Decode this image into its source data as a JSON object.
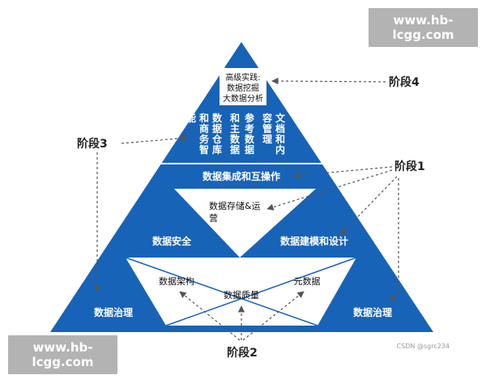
{
  "watermark": "www.hb-lcgg.com",
  "credit": "CSDN @sgrc234",
  "colors": {
    "primary_blue": "#1763b8",
    "arrow": "#555555",
    "divider": "#ffffff"
  },
  "pyramid": {
    "apex": {
      "line1": "高级实践:",
      "line2": "数据挖掘",
      "line3": "大数据分析"
    },
    "columns": [
      {
        "text": "能"
      },
      {
        "text": "和商务智"
      },
      {
        "text": "数据仓库"
      },
      {
        "text": "和主数据"
      },
      {
        "text": "参考数据"
      },
      {
        "text": "容管理"
      },
      {
        "text": "文档和内"
      }
    ],
    "integration": "数据集成和互操作",
    "storage": "数据存储&运营",
    "security": "数据安全",
    "modeling": "数据建模和设计",
    "architecture": "数据架构",
    "quality": "数据质量",
    "metadata": "元数据",
    "governance_left": "数据治理",
    "governance_right": "数据治理"
  },
  "stages": {
    "stage1": "阶段1",
    "stage2": "阶段2",
    "stage3": "阶段3",
    "stage4": "阶段4"
  }
}
